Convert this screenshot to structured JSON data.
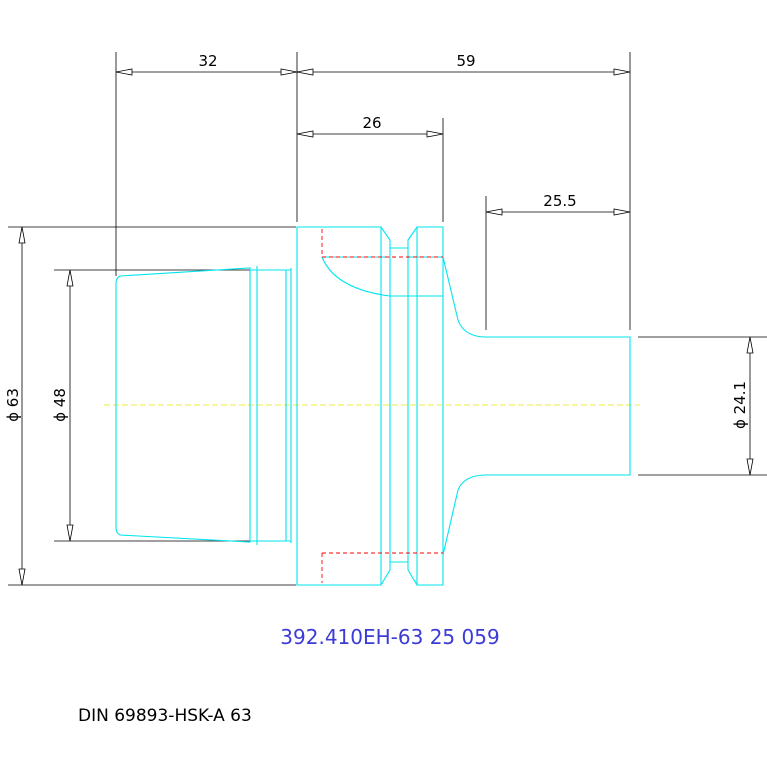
{
  "drawing": {
    "part_number": "392.410EH-63 25 059",
    "standard": "DIN 69893-HSK-A 63",
    "part_number_color": "#3b3bd6",
    "outline_color": "#00e5ee",
    "hidden_line_color": "#ff0000",
    "centerline_color": "#e8e800"
  },
  "dimensions": {
    "top_left": "32",
    "top_right": "59",
    "flange": "26",
    "shank_length": "25.5",
    "dia_outer": "ϕ 63",
    "dia_taper": "ϕ 48",
    "dia_shank": "ϕ 24.1"
  }
}
